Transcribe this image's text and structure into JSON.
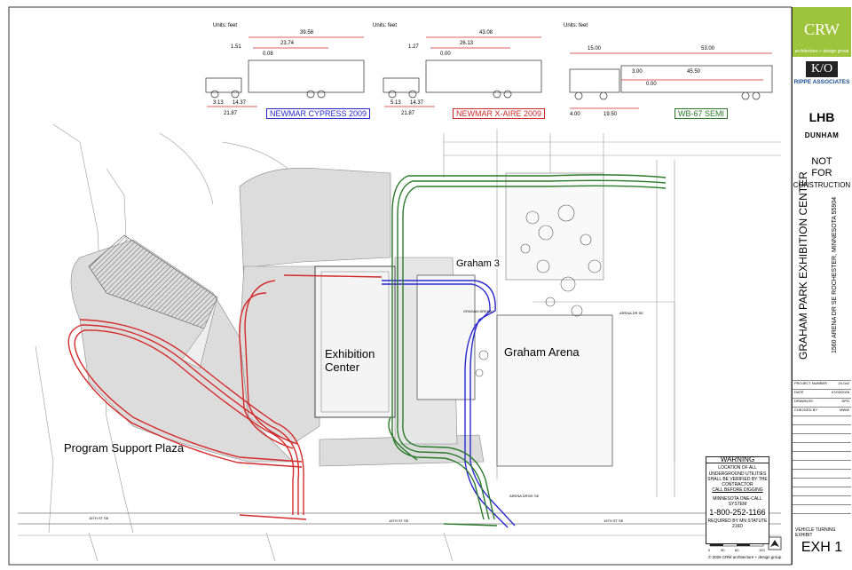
{
  "labels": {
    "program_support_plaza": "Program Support Plaza",
    "exhibition_center_1": "Exhibition",
    "exhibition_center_2": "Center",
    "graham_arena": "Graham Arena",
    "graham_3": "Graham 3"
  },
  "vehicles": [
    {
      "name": "NEWMAR CYPRESS 2009",
      "units": "Units: feet",
      "dims": [
        "39.58",
        "23.74",
        "1.51",
        "0.08",
        "3.13",
        "14.37",
        "21.87"
      ],
      "color": "#2a2ad0"
    },
    {
      "name": "NEWMAR X-AIRE 2009",
      "units": "Units: feet",
      "dims": [
        "43.08",
        "26.13",
        "1.27",
        "0.00",
        "5.13",
        "14.37",
        "21.87"
      ],
      "color": "#d02a2a"
    },
    {
      "name": "WB-67 SEMI",
      "units": "Units: feet",
      "dims": [
        "53.00",
        "15.00",
        "3.00",
        "45.50",
        "0.00",
        "4.00",
        "19.50"
      ],
      "color": "#2a7a2a"
    }
  ],
  "streets": {
    "arena_dr_se": "ARENA DR SE",
    "arena_drive_se": "ARENA DRIVE SE",
    "fifteenth_st_se": "15TH ST SE",
    "graham_arena_small": "GRAHAM ARENA I"
  },
  "warning": {
    "title": "WARNING",
    "body": "LOCATION OF ALL UNDERGROUND UTILITIES SHALL BE VERIFIED BY THE CONTRACTOR",
    "call": "CALL BEFORE DIGGING",
    "state": "MINNESOTA ONE-CALL SYSTEM",
    "phone": "1-800-252-1166",
    "statute": "REQUIRED BY MN STATUTE 216D"
  },
  "copyright": "© 2026 CRW architecture + design group",
  "titleblock": {
    "logo_crw": "CRW",
    "logo_crw_sub": "architecture + design group",
    "logo_ko": "K/O",
    "logo_rippe": "RIPPE ASSOCIATES",
    "logo_lhb": "LHB",
    "logo_dunham": "DUNHAM",
    "not_for_1": "NOT",
    "not_for_2": "FOR",
    "not_for_3": "CONSTRUCTION",
    "project_name": "GRAHAM PARK EXHIBITION CENTER",
    "project_address": "1560 ARENA DR SE ROCHESTER, MINNESOTA 55904",
    "rows": [
      {
        "k": "PROJECT NUMBER",
        "v": "24-042"
      },
      {
        "k": "DATE",
        "v": "07/03/2026"
      },
      {
        "k": "DRAWN BY",
        "v": "DPD"
      },
      {
        "k": "CHECKED BY",
        "v": "MWW"
      }
    ],
    "sheet_name": "VEHICLE TURNING EXHIBIT",
    "sheet_number": "EXH 1"
  },
  "scale": {
    "ticks": [
      "0",
      "30",
      "60",
      "120"
    ]
  },
  "colors": {
    "red": "#d42a2a",
    "blue": "#2a2ad0",
    "green": "#2a7a2a",
    "line": "#888888",
    "grey": "#d6d6d6"
  }
}
